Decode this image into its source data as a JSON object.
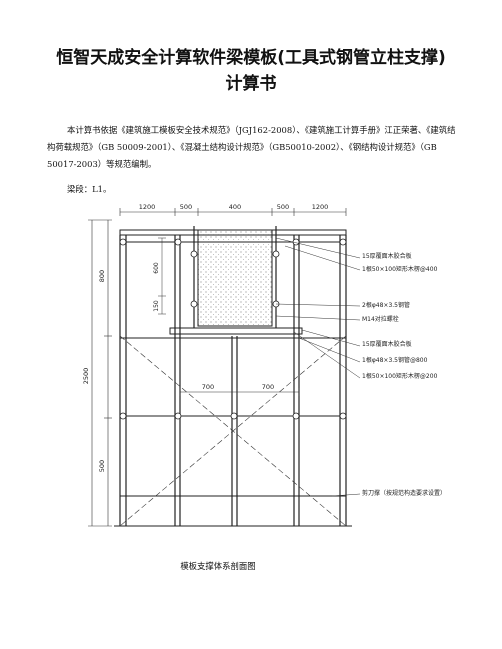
{
  "document": {
    "title_line1": "恒智天成安全计算软件梁模板(工具式钢管立柱支撑)",
    "title_line2": "计算书",
    "intro": "本计算书依据《建筑施工模板安全技术规范》（JGJ162-2008）、《建筑施工计算手册》江正荣著、《建筑结构荷载规范》（GB 50009-2001）、《混凝土结构设计规范》（GB50010-2002）、《钢结构设计规范》（GB 50017-2003）等规范编制。",
    "beam_label": "梁段：L1。",
    "caption": "模板支撑体系剖面图"
  },
  "drawing": {
    "top_dims": [
      "1200",
      "500",
      "400",
      "500",
      "1200"
    ],
    "left_dims": [
      "800",
      "2500",
      "500"
    ],
    "inner_dims": [
      "600",
      "150"
    ],
    "bottom_dims": [
      "700",
      "700"
    ],
    "labels": [
      "15厚覆面木胶合板",
      "1根50×100矩形木楞@400",
      "2根φ48×3.5钢管",
      "M14对拉螺栓",
      "15厚覆面木胶合板",
      "1根φ48×3.5钢管@800",
      "1根50×100矩形木楞@200",
      "剪刀撑（按规范构造要求设置）"
    ]
  }
}
